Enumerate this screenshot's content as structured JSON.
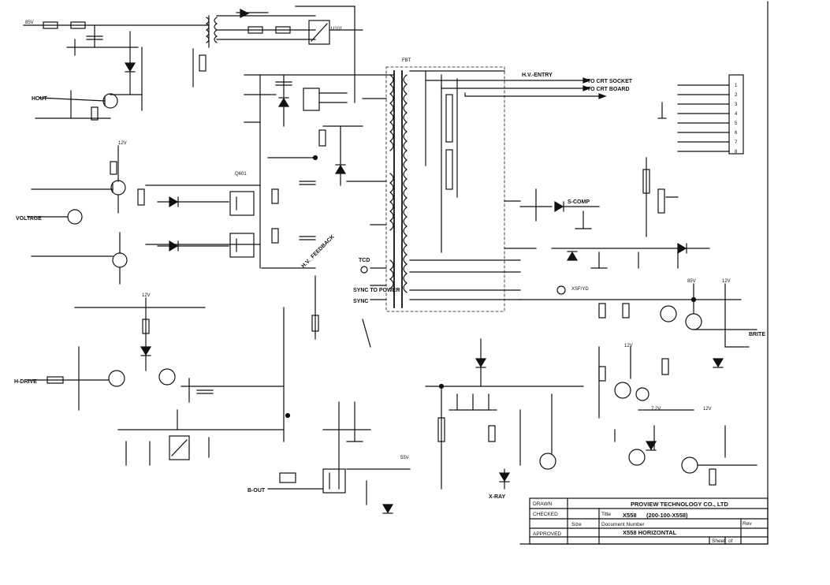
{
  "nets": {
    "hv_entry": "H.V.-ENTRY",
    "g2_crt_board": "TO CRT BOARD",
    "to_crt_socket": "TO CRT SOCKET",
    "tcd": "TCD",
    "sync_to_power": "SYNC TO POWER",
    "sync": "SYNC",
    "x_ray": "X-RAY",
    "hv_feedback": "H.V._FEEDBACK",
    "h_drive": "H-DRIVE",
    "hout": "HOUT",
    "b_out": "B-OUT",
    "brite": "BRITE",
    "voltage": "VOLTAGE",
    "s_comp": "S-COMP"
  },
  "connector": {
    "pins": [
      "1",
      "2",
      "3",
      "4",
      "5",
      "6",
      "7",
      "8"
    ]
  },
  "supplies": {
    "v12": "12V",
    "v85": "85V",
    "v7_2": "7.2V",
    "v55": "55V"
  },
  "parts": {
    "ic": "U101",
    "flyback": "FBT",
    "x1": "XSF/YD",
    "h_out": "Q601"
  },
  "title_block": {
    "company": "PROVIEW TECHNOLOGY CO., LTD",
    "model": "X558",
    "part_no": "(200-100-X558)",
    "sheet_title": "X558 HORIZONTAL",
    "doc_label": "Document Number",
    "title_label": "Title",
    "size_label": "Size",
    "sheet_label": "Sheet",
    "rev_label": "Rev",
    "drawn_label": "DRAWN",
    "checked_label": "CHECKED",
    "approved_label": "APPROVED",
    "of_label": "of"
  }
}
